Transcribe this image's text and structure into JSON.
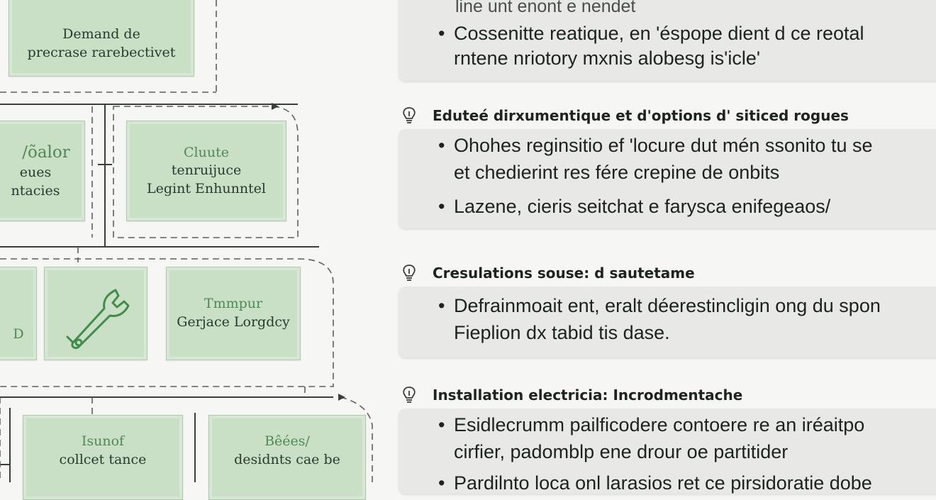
{
  "diagram": {
    "box_top": {
      "line1": "Demand de",
      "line2": "precrase rarebectivet"
    },
    "box_left_mid": {
      "line1": "/õalor",
      "line2": "eues",
      "line3": "ntacies"
    },
    "box_center_mid": {
      "line1": "Cluute",
      "line2": "tenruijuce",
      "line3": "Legint Enhunntel"
    },
    "box_tool": {
      "icon": "wrench-icon"
    },
    "box_tempor": {
      "line1": "Tmmpur",
      "line2": "Gerjace Lorgdcy"
    },
    "box_left_cut": {
      "line1": "D"
    },
    "box_bunof": {
      "line1": "Isunof",
      "line2": "collcet tance"
    },
    "box_beesy": {
      "line1": "Bêées/",
      "line2": "desidnts cae be"
    }
  },
  "panel": {
    "top_card": {
      "partial_line": "line unt enont e nendet",
      "bullets": [
        {
          "line1": "Cossenitte reatique, en 'éspope dient d ce reotal",
          "line2": "rntene nriotory mxnis alobesg is'icle'"
        }
      ]
    },
    "sections": [
      {
        "icon": "bulb-icon",
        "title": "Eduteé dirxumentique et d'options d' siticed rogues",
        "bullets": [
          {
            "line1": "Ohohes reginsitio ef 'locure dut mén ssonito tu se",
            "line2": "et chedierint res fére crepine de onbits"
          },
          {
            "line1": "Lazene, cieris seitchat e farysca enifegeaos/",
            "line2": ""
          }
        ]
      },
      {
        "icon": "bulb-icon",
        "title": "Cresulations souse: d sautetame",
        "bullets": [
          {
            "line1": "Defrainmoait ent, eralt déerestincligin ong du spon",
            "line2": "Fieplion dx tabid tis dase."
          }
        ]
      },
      {
        "icon": "bulb-icon",
        "title": "Installation electricia: Incrodmentache",
        "bullets": [
          {
            "line1": "Esidlecrumm pailficodere contoere re an iréaitpo",
            "line2": "cirfier, padomblp ene drour oe partitider"
          },
          {
            "line1": "Pardilnto loca onl larasios ret ce pirsidoratie dobe",
            "line2": ""
          }
        ]
      }
    ]
  }
}
